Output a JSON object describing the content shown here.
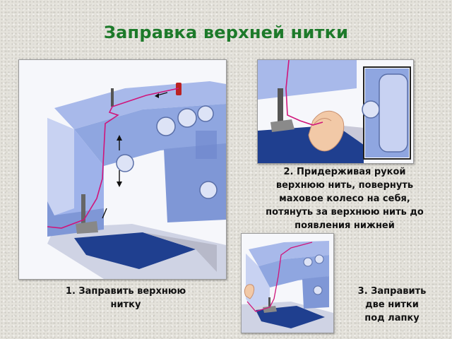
{
  "slide": {
    "title": "Заправка верхней нитки"
  },
  "steps": [
    {
      "lines": [
        "1. Заправить верхнюю",
        "нитку"
      ]
    },
    {
      "lines": [
        "2. Придерживая рукой",
        "верхнюю нить, повернуть",
        "маховое колесо на себя,",
        "потянуть за верхнюю нить до",
        "появления нижней"
      ]
    },
    {
      "lines": [
        "3. Заправить",
        "две нитки",
        "под лапку"
      ]
    }
  ],
  "colors": {
    "title": "#1d7a2a",
    "machine_body": "#8fa6e0",
    "machine_shadow": "#6d86cc",
    "thread": "#d0157a",
    "fabric_dark": "#1f3f8f",
    "fabric_light": "#c9c9d8",
    "background": "#e4e2db"
  },
  "icons": {
    "illustration_1": "sewing-machine-threading-icon",
    "illustration_2": "hand-holding-thread-icon",
    "illustration_3": "thread-under-foot-icon"
  }
}
